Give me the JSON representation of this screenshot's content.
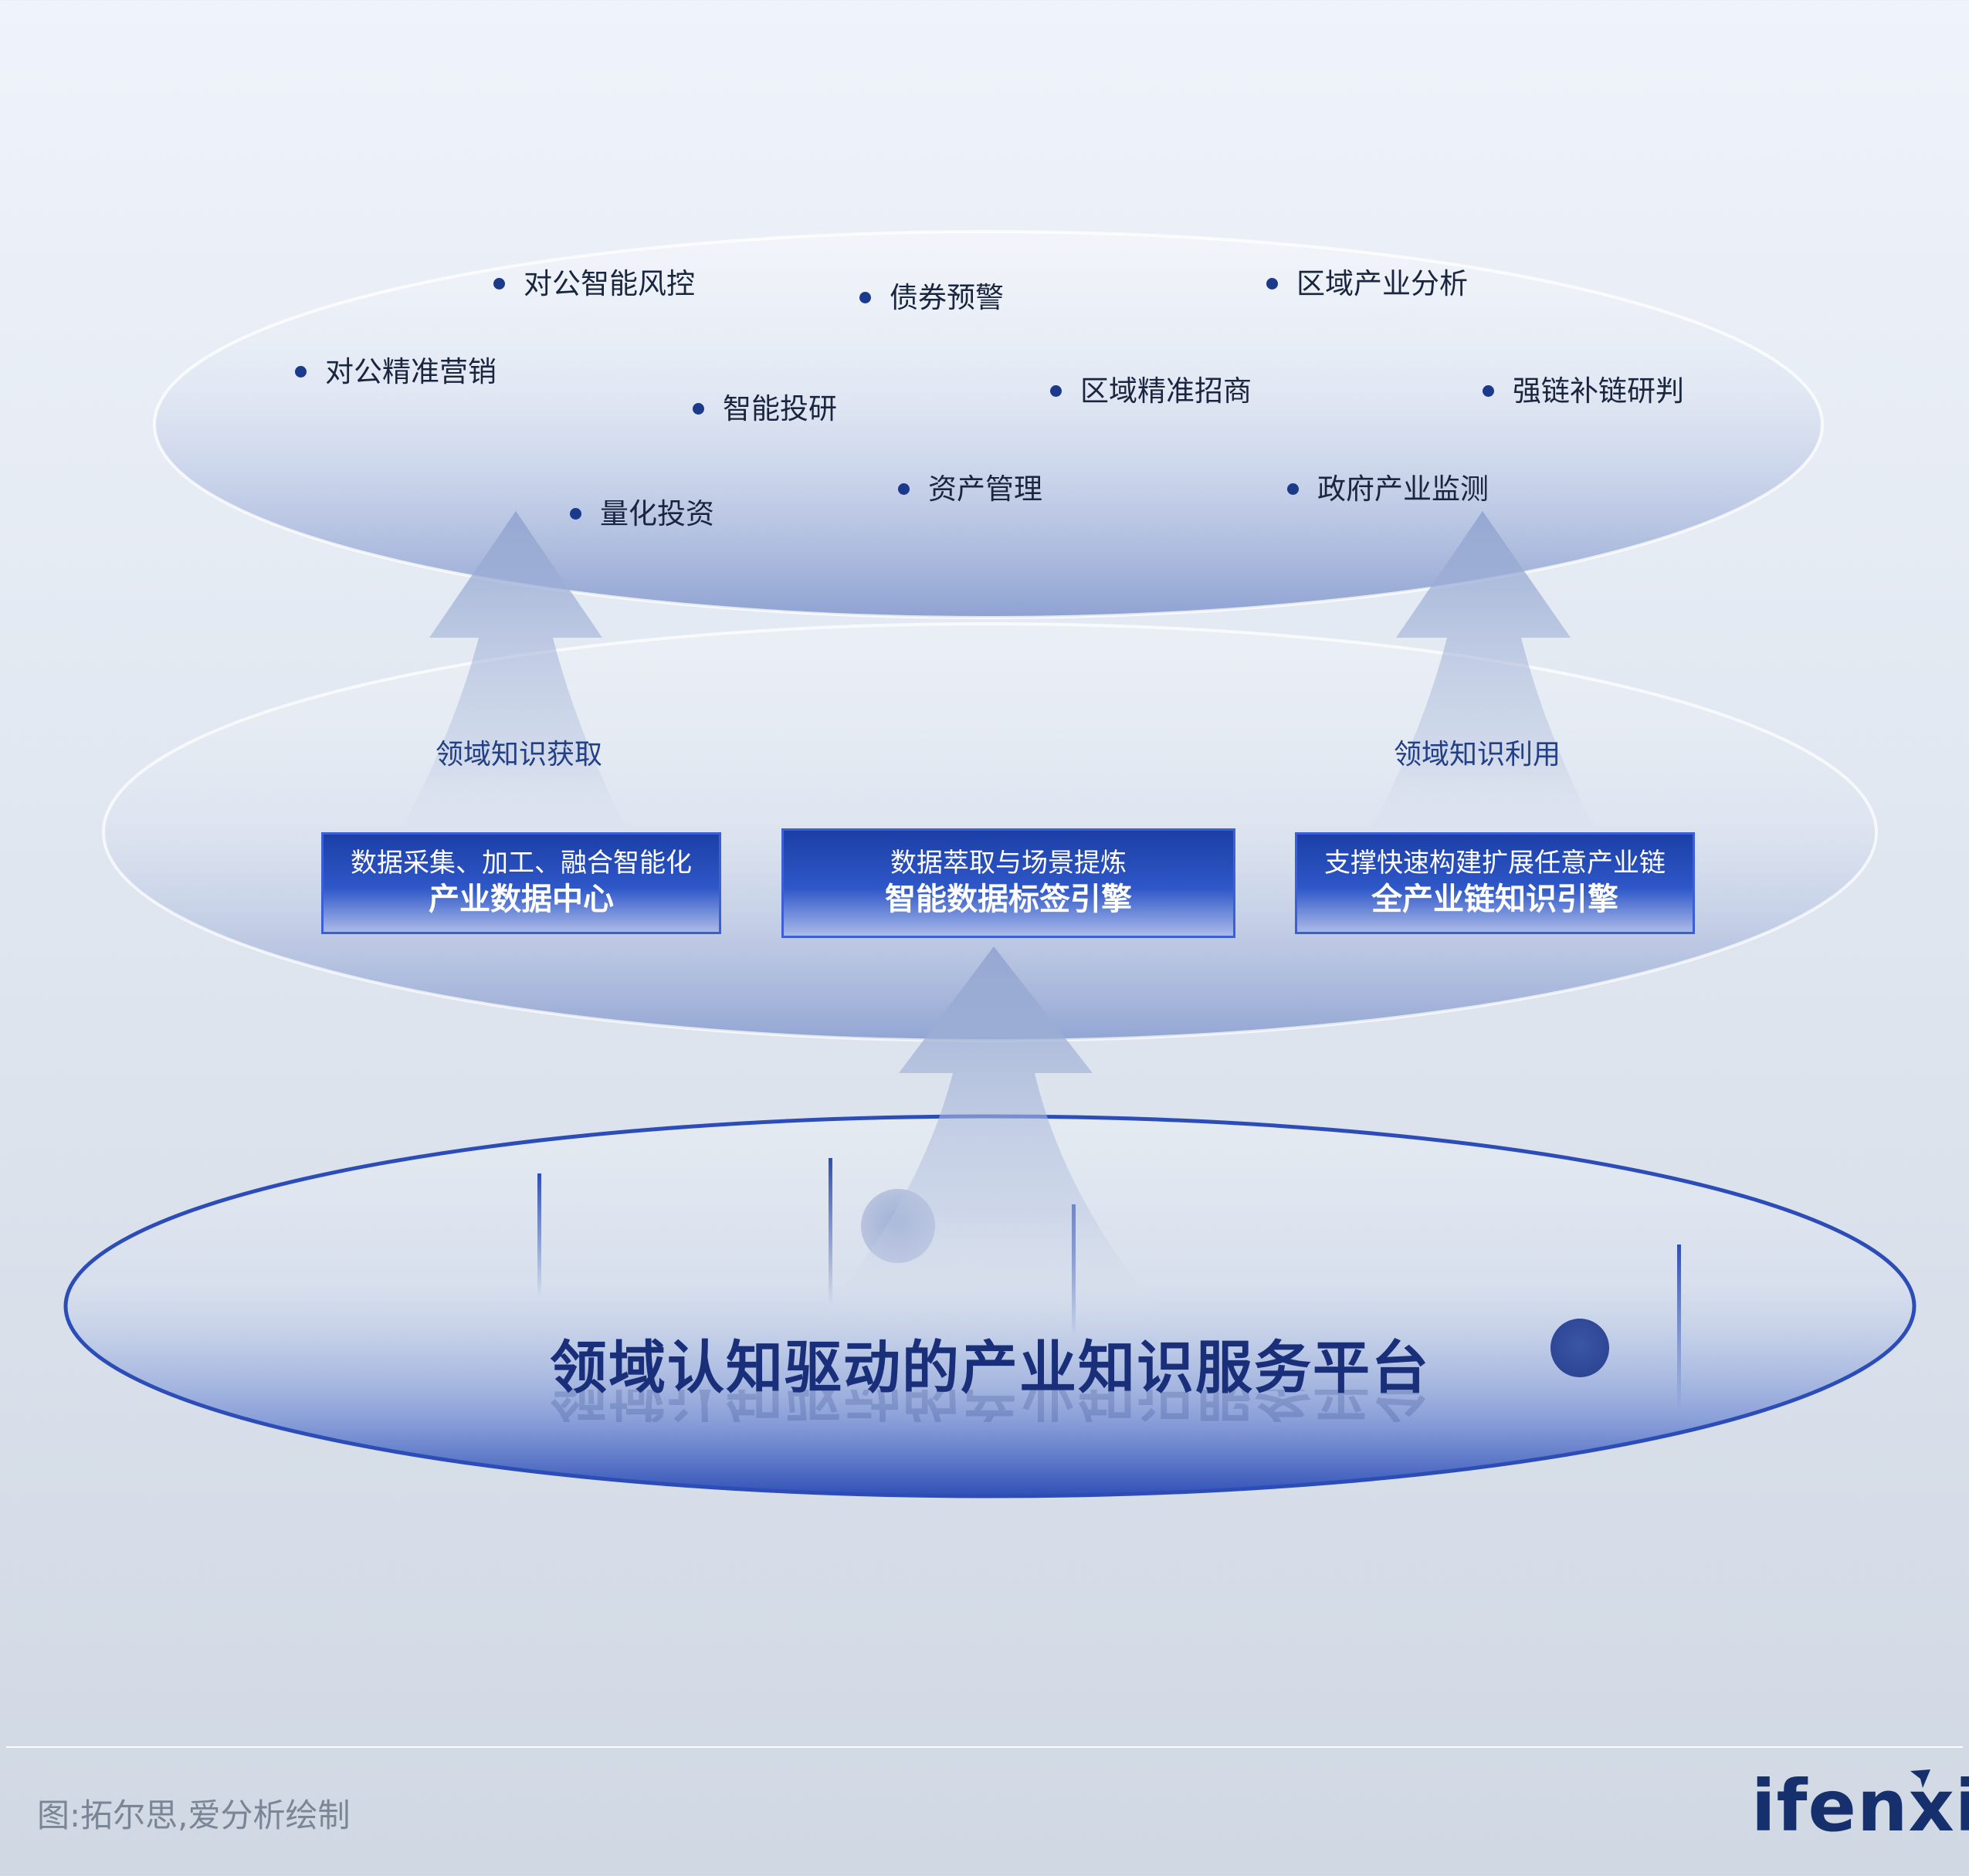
{
  "applications": [
    {
      "label": "对公智能风控"
    },
    {
      "label": "债券预警"
    },
    {
      "label": "区域产业分析"
    },
    {
      "label": "对公精准营销"
    },
    {
      "label": "智能投研"
    },
    {
      "label": "区域精准招商"
    },
    {
      "label": "强链补链研判"
    },
    {
      "label": "量化投资"
    },
    {
      "label": "资产管理"
    },
    {
      "label": "政府产业监测"
    }
  ],
  "arrows": {
    "left_label": "领域知识获取",
    "right_label": "领域知识利用"
  },
  "engines": [
    {
      "subtitle": "数据采集、加工、融合智能化",
      "title": "产业数据中心"
    },
    {
      "subtitle": "数据萃取与场景提炼",
      "title": "智能数据标签引擎"
    },
    {
      "subtitle": "支撑快速构建扩展任意产业链",
      "title": "全产业链知识引擎"
    }
  ],
  "platform": {
    "title": "领域认知驱动的产业知识服务平台"
  },
  "footer": {
    "credit": "图:拓尔思,爱分析绘制",
    "logo_text": "ifenxi"
  },
  "colors": {
    "accent": "#1c3a8c",
    "box_top": "#1c3fa6",
    "box_border": "#3a5fd6",
    "title": "#1a2f7a"
  }
}
